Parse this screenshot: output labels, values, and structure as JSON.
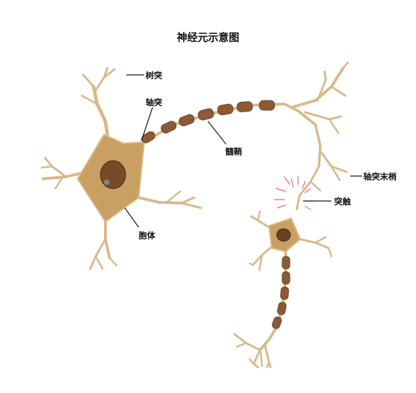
{
  "title": "神经元示意图",
  "labels": {
    "dendrite": "树突",
    "axon": "轴突",
    "myelin": "髓鞘",
    "soma": "胞体",
    "axon_terminal": "轴突末梢",
    "synapse": "突触"
  },
  "colors": {
    "cell_body": "#c9a063",
    "membrane": "#d8b98a",
    "myelin": "#8b5a36",
    "nucleus": "#7a4a26",
    "synapse_spark": "#e8646e"
  }
}
